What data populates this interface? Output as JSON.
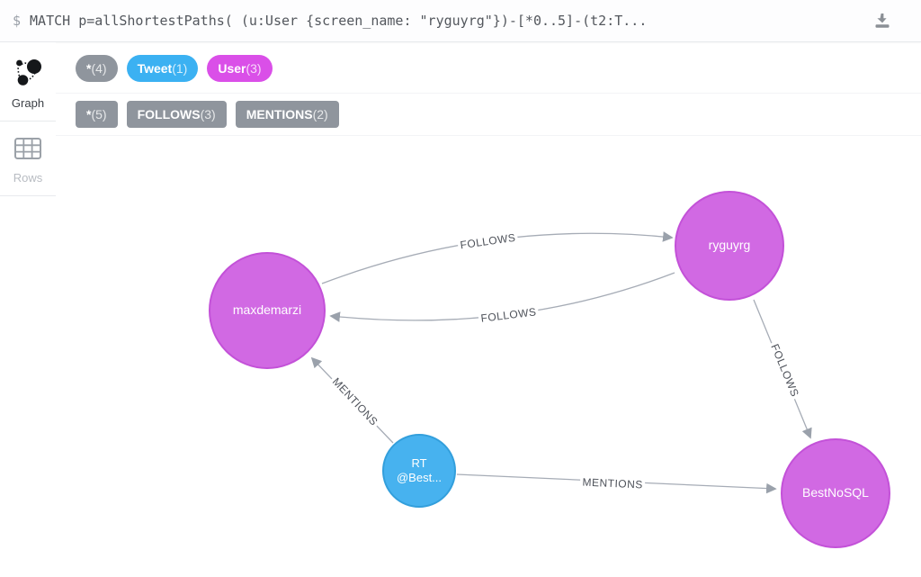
{
  "query_bar": {
    "prompt": "$",
    "query": "MATCH p=allShortestPaths( (u:User {screen_name: \"ryguyrg\"})-[*0..5]-(t2:T..."
  },
  "sidebar": {
    "views": [
      {
        "label": "Graph",
        "icon": "graph-icon",
        "active": true
      },
      {
        "label": "Rows",
        "icon": "rows-icon",
        "active": false
      }
    ]
  },
  "filters": {
    "node_labels": [
      {
        "label": "*",
        "count": "(4)",
        "color": "#8f959d"
      },
      {
        "label": "Tweet",
        "count": "(1)",
        "color": "#3bb1f2"
      },
      {
        "label": "User",
        "count": "(3)",
        "color": "#da4fe8"
      }
    ],
    "relationship_types": [
      {
        "label": "*",
        "count": "(5)",
        "color": "#8f959d"
      },
      {
        "label": "FOLLOWS",
        "count": "(3)",
        "color": "#8f959d"
      },
      {
        "label": "MENTIONS",
        "count": "(2)",
        "color": "#8f959d"
      }
    ]
  },
  "graph": {
    "nodes": [
      {
        "id": "maxdemarzi",
        "label": "maxdemarzi",
        "type": "User"
      },
      {
        "id": "ryguyrg",
        "label": "ryguyrg",
        "type": "User"
      },
      {
        "id": "rt_tweet",
        "label": "RT\n@Best...",
        "type": "Tweet"
      },
      {
        "id": "bestnosql",
        "label": "BestNoSQL",
        "type": "User"
      }
    ],
    "edges": [
      {
        "label": "FOLLOWS",
        "from": "maxdemarzi",
        "to": "ryguyrg"
      },
      {
        "label": "FOLLOWS",
        "from": "ryguyrg",
        "to": "maxdemarzi"
      },
      {
        "label": "FOLLOWS",
        "from": "ryguyrg",
        "to": "bestnosql"
      },
      {
        "label": "MENTIONS",
        "from": "rt_tweet",
        "to": "maxdemarzi"
      },
      {
        "label": "MENTIONS",
        "from": "rt_tweet",
        "to": "bestnosql"
      }
    ],
    "colors": {
      "user_node": "#d169e3",
      "user_node_border": "#c351d8",
      "tweet_node": "#47b2ef",
      "tweet_node_border": "#339fdc",
      "edge": "#a6acb6",
      "edge_label": "#4e525a"
    }
  }
}
